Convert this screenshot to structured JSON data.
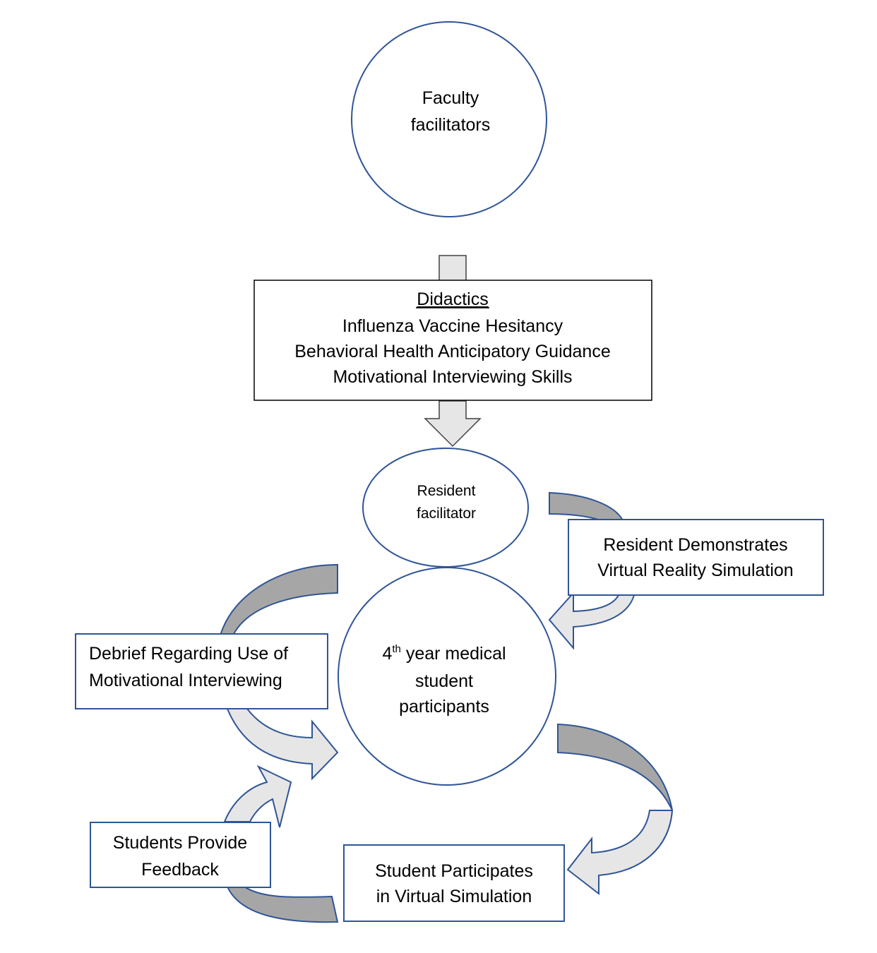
{
  "colors": {
    "node_border": "#2F5597",
    "box_border": "#000000",
    "arrow_fill_light": "#E7E6E6",
    "arrow_fill_dark": "#A6A6A6",
    "arrow_stroke": "#2F5597",
    "block_arrow_stroke": "#404040",
    "text": "#000000"
  },
  "faculty": {
    "line1": "Faculty",
    "line2": "facilitators"
  },
  "didactics": {
    "heading": "Didactics",
    "item1": "Influenza Vaccine Hesitancy",
    "item2": "Behavioral Health Anticipatory Guidance",
    "item3": "Motivational Interviewing Skills"
  },
  "resident": {
    "line1": "Resident",
    "line2": "facilitator"
  },
  "demo_box": {
    "line1": "Resident Demonstrates",
    "line2": "Virtual Reality Simulation"
  },
  "students": {
    "line1_num": "4",
    "line1_sup": "th",
    "line1_rest": " year medical",
    "line2": "student",
    "line3": "participants"
  },
  "debrief_box": {
    "line1": "Debrief Regarding Use of",
    "line2": "Motivational Interviewing"
  },
  "feedback_box": {
    "line1": "Students Provide",
    "line2": "Feedback"
  },
  "simulation_box": {
    "line1": "Student Participates",
    "line2": "in Virtual Simulation"
  }
}
